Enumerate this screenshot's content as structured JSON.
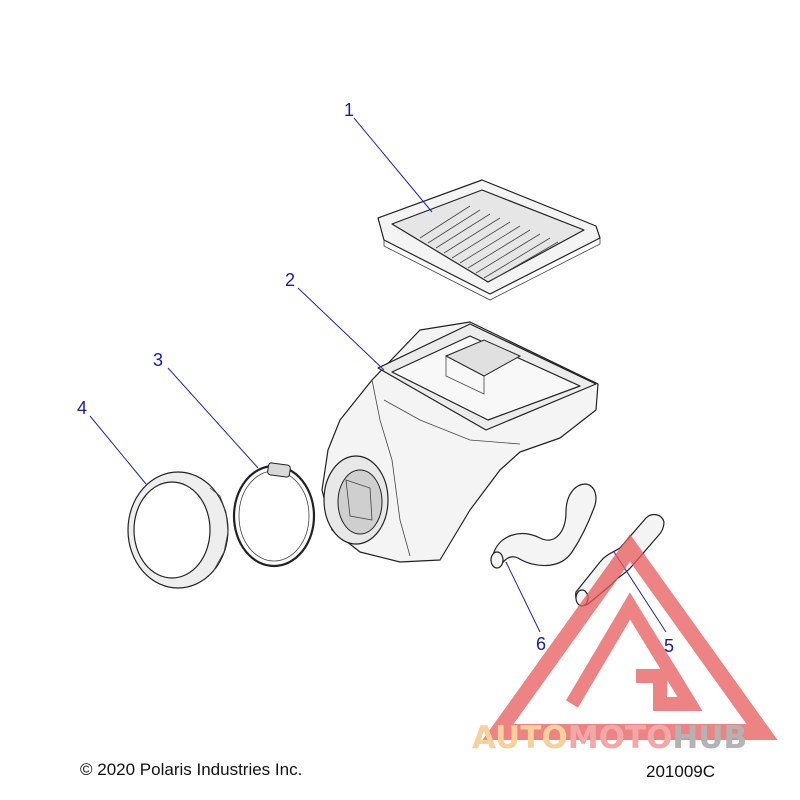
{
  "callouts": [
    "1",
    "2",
    "3",
    "4",
    "5",
    "6"
  ],
  "parts": {
    "p1": "air-filter",
    "p2": "airbox-housing",
    "p3": "hose-clamp",
    "p4": "intake-boot-ring",
    "p5": "drain-tube",
    "p6": "drain-tube"
  },
  "copyright": "© 2020 Polaris Industries Inc.",
  "figure_code": "201009C",
  "watermark": {
    "part_auto": "AUTO",
    "part_moto": "MOTO",
    "part_hub": "HUB",
    "colors": {
      "auto": "#f3c27a",
      "moto": "#f08c8c",
      "hub": "#9a9a9a",
      "triangle": "#e85a5a"
    }
  },
  "leader_color": "#2222b0"
}
